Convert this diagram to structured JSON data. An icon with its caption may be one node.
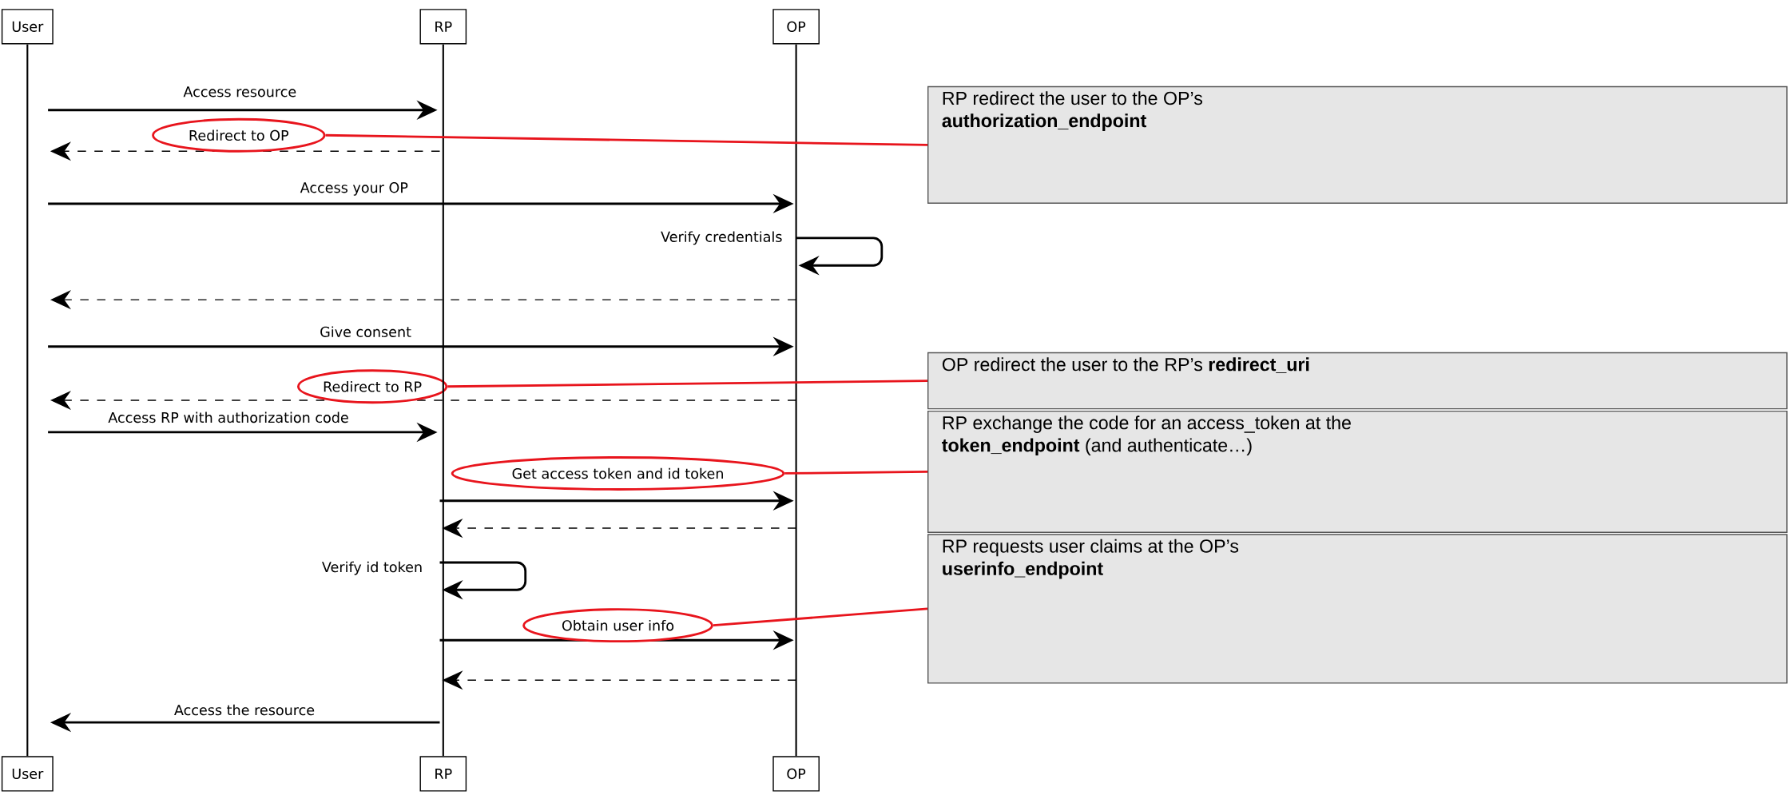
{
  "diagram": {
    "nodes": [
      {
        "text": [
          "User"
        ]
      },
      {
        "text": [
          "RP"
        ]
      },
      {
        "text": [
          "OP"
        ]
      },
      {
        "text": [
          "Redirect to OP"
        ]
      },
      {
        "text": [
          "RP redirect the user to the OP’s **authorization_endpoint**"
        ]
      },
      {
        "text": [
          "Redirect to RP"
        ]
      },
      {
        "text": [
          "OP redirect the user to the RP’s **redirect_uri**"
        ]
      },
      {
        "text": [
          "Get access token and id token"
        ]
      },
      {
        "text": [
          "RP exchange the code for an access_token at the **token_endpoint** (and authenticate…)"
        ]
      },
      {
        "text": [
          "Obtain user info"
        ]
      },
      {
        "text": [
          "RP requests user claims at the OP’s **userinfo_endpoint**"
        ]
      },
      {
        "text": [
          "User"
        ]
      },
      {
        "text": [
          "RP"
        ]
      },
      {
        "text": [
          "OP"
        ]
      }
    ],
    "edges": [
      {
        "from": 0,
        "to": 11,
        "arrow": "none",
        "color": "#000000"
      },
      {
        "from": 1,
        "to": 12,
        "arrow": "none",
        "color": "#000000"
      },
      {
        "from": 2,
        "to": 13,
        "arrow": "none",
        "color": "#000000"
      },
      {
        "from": 3,
        "to": 4,
        "arrow": "none",
        "color": "#e8141c"
      },
      {
        "from": 5,
        "to": 6,
        "arrow": "none",
        "color": "#e8141c"
      },
      {
        "from": 7,
        "to": 8,
        "arrow": "none",
        "color": "#e8141c"
      },
      {
        "from": 9,
        "to": 10,
        "arrow": "none",
        "color": "#e8141c"
      }
    ],
    "labels": [
      "Access resource",
      "Access your OP",
      "Verify credentials",
      "Give consent",
      "Access RP with authorization code",
      "Verify id token",
      "Access the resource"
    ]
  }
}
